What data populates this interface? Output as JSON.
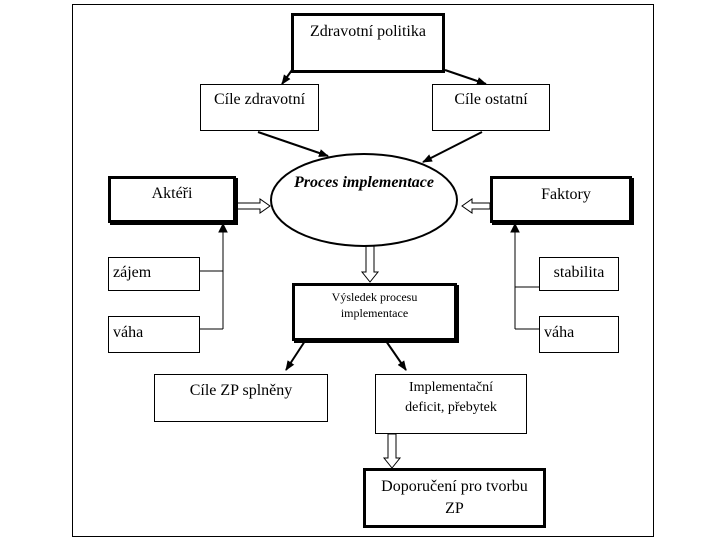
{
  "nodes": {
    "zdravotni_politika": "Zdravotní politika",
    "cile_zdravotni": "Cíle zdravotní",
    "cile_ostatni": "Cíle ostatní",
    "proces_implementace": "Proces implementace",
    "akteri": "Aktéři",
    "faktory": "Faktory",
    "zajem": "zájem",
    "vaha_left": "váha",
    "stabilita": "stabilita",
    "vaha_right": "váha",
    "vysledek_procesu": "Výsledek procesu implementace",
    "cile_zp_splneny": "Cíle ZP splněny",
    "implementacni_deficit": "Implementační deficit, přebytek",
    "doporuceni": "Doporučení pro tvorbu ZP"
  },
  "colors": {
    "line": "#000000",
    "background": "#ffffff"
  }
}
